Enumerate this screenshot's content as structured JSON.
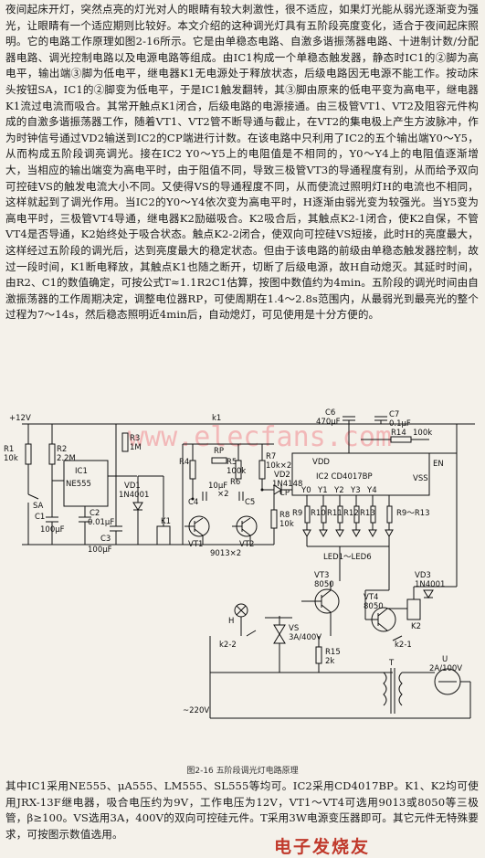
{
  "body": {
    "paragraph_1": "夜间起床开灯，突然点亮的灯光对人的眼睛有较大刺激性，很不适应，如果灯光能从弱光逐渐变为强光，让眼睛有一个适应期则比较好。本文介绍的这种调光灯具有五阶段亮度变化，适合于夜间起床照明。它的电路工作原理如图2-16所示。它是由单稳态电路、自激多谐振荡器电路、十进制计数/分配器电路、调光控制电路以及电源电路等组成。由IC1构成一个单稳态触发器，静态时IC1的②脚为高电平，输出端③脚为低电平，继电器K1无电源处于释放状态，后级电路因无电源不能工作。按动床头按钮SA，IC1的②脚变为低电平，于是IC1触发翻转，其③脚由原来的低电平变为高电平，继电器K1流过电流而吸合。其常开触点K1闭合，后级电路的电源接通。由三极管VT1、VT2及阻容元件构成的自激多谐振荡器工作，随着VT1、VT2管不断导通与截止，在VT2的集电极上产生方波脉冲，作为时钟信号通过VD2输送到IC2的CP端进行计数。在该电路中只利用了IC2的五个输出端Y0～Y5，从而构成五阶段调亮调光。接在IC2 Y0～Y5上的电阻值是不相同的，Y0～Y4上的电阻值逐渐增大，当相应的输出端变为高电平时，由于阻值不同，导致三极管VT3的导通程度有别，从而给予双向可控硅VS的触发电流大小不同。又使得VS的导通程度不同，从而使流过照明灯H的电流也不相同，这样就起到了调光作用。当IC2的Y0～Y4依次变为高电平时，H逐渐由弱光变为较强光。当Y5变为高电平时，三极管VT4导通，继电器K2励磁吸合。K2吸合后，其触点K2-1闭合，使K2自保，不管VT4是否导通，K2始终处于吸合状态。触点K2-2闭合，使双向可控硅VS短接，此时H的亮度最大，这样经过五阶段的调光后，达到亮度最大的稳定状态。但由于该电路的前级由单稳态触发器控制，故过一段时间，K1断电释放，其触点K1也随之断开，切断了后级电源，故H自动熄灭。其延时时间，由R2、C1的数值确定，可按公式T≈1.1R2C1估算，按图中数值约为4min。五阶段的调光时间由自激振荡器的工作周期决定，调整电位器RP，可使周期在1.4～2.8s范围内，从最弱光到最亮光的整个过程为7～14s，然后稳态照明近4min后，自动熄灯，可见使用是十分方便的。",
    "paragraph_2": "其中IC1采用NE555、μA555、LM555、SL555等均可。IC2采用CD4017BP。K1、K2均可使用JRX-13F继电器，吸合电压约为9V，工作电压为12V，VT1～VT4可选用9013或8050等三极管，β≥100。VS选用3A，400V的双向可控硅元件。T采用3W电源变压器即可。其它元件无特殊要求，可按图示数值选用。"
  },
  "figure": {
    "caption": "图2-16  五阶段调光灯电路原理",
    "watermark_url": "www.elecfans.com",
    "labels": {
      "vcc": "+12V",
      "r1": "R1",
      "r1v": "10k",
      "r2": "R2",
      "r2v": "2.2M",
      "ic1": "IC1",
      "ic1t": "NE555",
      "sa": "SA",
      "c1": "C1",
      "c1v": "100μF",
      "c2": "C2",
      "c2v": "0.01μF",
      "c3": "C3",
      "c3v": "100μF",
      "r3": "R3",
      "r3v": "1M",
      "vd1": "VD1",
      "vd1t": "1N4001",
      "k1": "K1",
      "k1c": "k1",
      "r4": "R4",
      "rp": "RP",
      "r5": "R5",
      "r5v": "100k",
      "r6": "R6",
      "r7": "R7",
      "r7v": "10k×2",
      "vd2": "VD2",
      "vd2t": "1N4148",
      "cosc": "10μF",
      "cosc2": "×2",
      "c4": "C4",
      "c5": "C5",
      "vt1": "VT1",
      "vt2": "VT2",
      "vtt": "9013×2",
      "r8": "R8",
      "r8v": "10k",
      "c6": "C6",
      "c6v": "470μF",
      "c7": "C7",
      "c7v": "0.1μF",
      "r14": "R14",
      "r14v": "100k",
      "vdd": "VDD",
      "en": "EN",
      "ic2": "IC2 CD4017BP",
      "cp": "CP",
      "vss": "VSS",
      "y0": "Y0",
      "y1": "Y1",
      "y2": "Y2",
      "y3": "Y3",
      "y4": "Y4",
      "r9": "R9",
      "r10": "R10",
      "r11": "R11",
      "r12": "R12",
      "r13": "R13",
      "r9r13": "R9～R13",
      "led": "LED1～LED6",
      "vt3": "VT3",
      "vt3t": "8050",
      "vt4": "VT4",
      "vt4t": "8050",
      "vd3": "VD3",
      "vd3t": "1N4001",
      "k2": "K2",
      "k21": "k2-1",
      "k22": "k2-2",
      "h": "H",
      "vs": "VS",
      "vsv": "3A/400V",
      "r15": "R15",
      "r15v": "2k",
      "t": "T",
      "fu": "U",
      "fuv": "2A/100V",
      "ac": "~220V"
    }
  },
  "watermark_text": "电子发烧友"
}
